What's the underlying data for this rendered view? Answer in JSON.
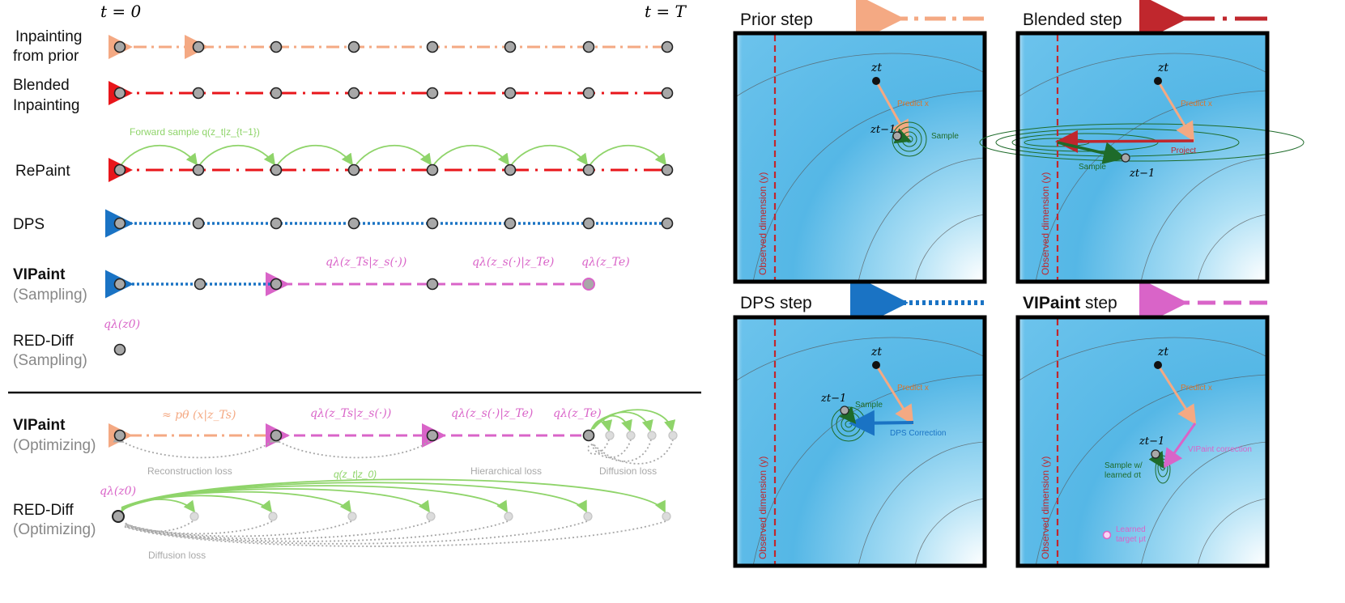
{
  "time_labels": {
    "start": "t = 0",
    "end": "t = T"
  },
  "methods": [
    {
      "id": "inpainting-prior",
      "line1": "Inpainting",
      "line2": "from prior"
    },
    {
      "id": "blended",
      "line1": "Blended",
      "line2": "Inpainting"
    },
    {
      "id": "repaint",
      "line1": "RePaint",
      "line2": ""
    },
    {
      "id": "dps",
      "line1": "DPS",
      "line2": ""
    },
    {
      "id": "vipaint-sampling",
      "line1": "VIPaint",
      "line2": "(Sampling)"
    },
    {
      "id": "reddiff-sampling",
      "line1": "RED-Diff",
      "line2": "(Sampling)"
    },
    {
      "id": "vipaint-opt",
      "line1": "VIPaint",
      "line2": "(Optimizing)"
    },
    {
      "id": "reddiff-opt",
      "line1": "RED-Diff",
      "line2": "(Optimizing)"
    }
  ],
  "math": {
    "forward_sample": "Forward sample q(z_t|z_{t−1})",
    "q_zts_zs": "qλ(z_Ts|z_s(·))",
    "q_zs_zte": "qλ(z_s(·)|z_Te)",
    "q_zte": "qλ(z_Te)",
    "q_z0": "qλ(z0)",
    "p_theta": "≈ pθ (x|z_Ts)",
    "q_zt_z0": "q(z_t|z_0)"
  },
  "losses": {
    "reconstruction": "Reconstruction loss",
    "hierarchical": "Hierarchical loss",
    "diffusion": "Diffusion loss",
    "diffusion2": "Diffusion loss"
  },
  "panels": {
    "prior": {
      "title": "Prior step",
      "predict": "Predict x",
      "sample": "Sample",
      "zt": "zt",
      "zt1": "zt−1",
      "axis": "Observed dimension (y)"
    },
    "blended": {
      "title": "Blended step",
      "predict": "Predict x",
      "sample": "Sample",
      "project": "Project",
      "zt": "zt",
      "zt1": "zt−1",
      "axis": "Observed dimension (y)"
    },
    "dps": {
      "title": "DPS step",
      "predict": "Predict x",
      "sample": "Sample",
      "correction": "DPS Correction",
      "zt": "zt",
      "zt1": "zt−1",
      "axis": "Observed dimension (y)"
    },
    "vipaint": {
      "title_bold": "VIPaint",
      "title_rest": " step",
      "predict": "Predict x",
      "correction": "VIPaint correction",
      "sample1": "Sample w/",
      "sample2": "learned σt",
      "target1": "Learned",
      "target2": "target μt",
      "zt": "zt",
      "zt1": "zt−1",
      "axis": "Observed dimension (y)"
    }
  },
  "colors": {
    "prior": "#f4a983",
    "blended": "#e8161b",
    "dps": "#1a73c4",
    "vipaint": "#d964c8",
    "forward": "#8fd46a",
    "loss": "#a8a8a8",
    "node_fill": "#a8a8a8",
    "axis": "#c0272d",
    "predict": "#f4a983",
    "sample": "#1e6b2a"
  }
}
